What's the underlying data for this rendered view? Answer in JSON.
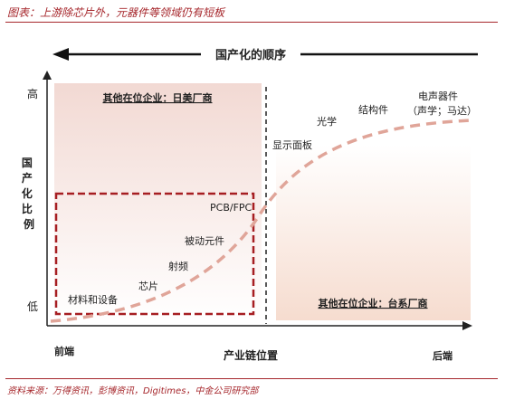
{
  "title": "图表：上游除芯片外，元器件等领域仍有短板",
  "source": "资料来源：万得资讯，彭博资讯，Digitimes，中金公司研究部",
  "colors": {
    "accent": "#a6272c",
    "curve": "#e0a599",
    "dashed_box": "#a61e22"
  },
  "top_arrow_label": "国产化的顺序",
  "y_axis": {
    "label": "国产化比例",
    "high": "高",
    "low": "低"
  },
  "x_axis": {
    "label": "产业链位置",
    "left": "前端",
    "right": "后端"
  },
  "zones": {
    "left_title": "其他在位企业：日美厂商",
    "right_title": "其他在位企业：台系厂商"
  },
  "items": [
    {
      "label": "材料和设备"
    },
    {
      "label": "芯片"
    },
    {
      "label": "射频"
    },
    {
      "label": "被动元件"
    },
    {
      "label": "PCB/FPC"
    },
    {
      "label": "显示面板"
    },
    {
      "label": "光学"
    },
    {
      "label": "结构件"
    },
    {
      "label": "电声器件"
    },
    {
      "label": "（声学；马达）"
    }
  ]
}
